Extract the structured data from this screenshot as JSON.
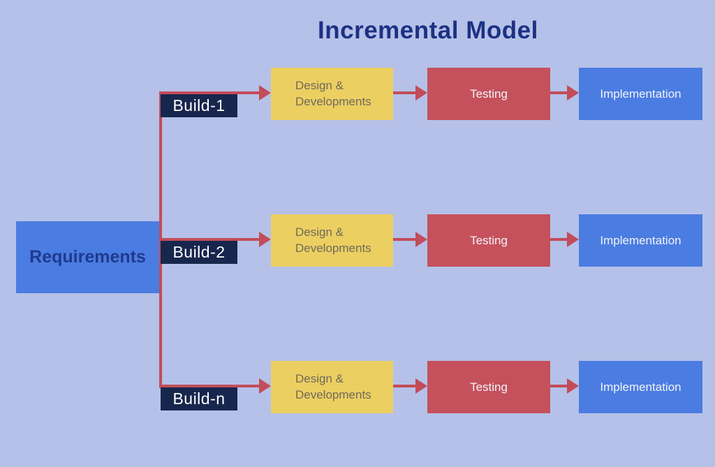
{
  "title": "Incremental Model",
  "requirements": {
    "label": "Requirements"
  },
  "rows": [
    {
      "build": "Build-1",
      "design_line1": "Design &",
      "design_line2": "Developments",
      "testing": "Testing",
      "implementation": "Implementation"
    },
    {
      "build": "Build-2",
      "design_line1": "Design &",
      "design_line2": "Developments",
      "testing": "Testing",
      "implementation": "Implementation"
    },
    {
      "build": "Build-n",
      "design_line1": "Design &",
      "design_line2": "Developments",
      "testing": "Testing",
      "implementation": "Implementation"
    }
  ],
  "colors": {
    "background": "#b5c1e8",
    "box_blue": "#4b7ce1",
    "box_yellow": "#eccf61",
    "box_red": "#c5515c",
    "connector_red": "#c24c59",
    "label_navy": "#17264d",
    "title_text": "#1d3184",
    "requirements_text": "#1e3a8f",
    "design_text": "#6f6a5c",
    "light_text": "#f2f4fa"
  }
}
